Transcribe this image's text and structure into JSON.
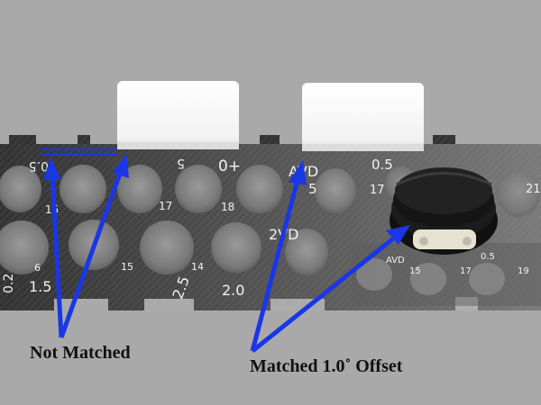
{
  "annotations": {
    "left_label": "Not Matched",
    "right_label": "Matched 1.0˚ Offset"
  },
  "plate_markings": {
    "top_row": [
      "0.5",
      "5",
      "0+",
      "AVD",
      "0.5",
      "5"
    ],
    "right_section_top": [
      "17",
      "21"
    ],
    "middle_row": [
      "15",
      "17",
      "18",
      "2VD"
    ],
    "left_numbers": [
      "6",
      "15",
      "14"
    ],
    "bottom_row": [
      "1.5",
      "2.5",
      "2.0",
      "0.2"
    ],
    "inset_plate": [
      "AVD",
      "15",
      "17",
      "19",
      "0.5"
    ]
  },
  "colors": {
    "background": "#a9a9a9",
    "carbon_plate": "#3a3a3a",
    "white_cap": "#f4f4f4",
    "arrow_blue": "#1a36e6",
    "label_text": "#101010"
  }
}
